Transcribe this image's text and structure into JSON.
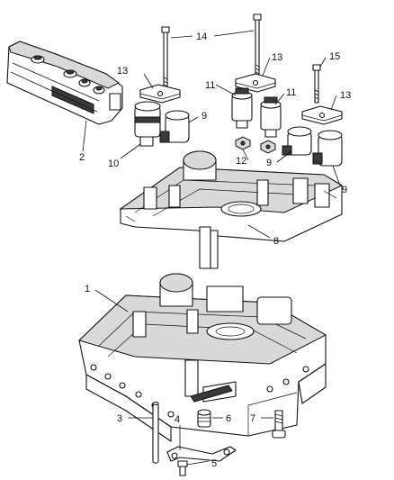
{
  "diagram": {
    "callouts": [
      {
        "id": "c14",
        "label": "14"
      },
      {
        "id": "c13a",
        "label": "13"
      },
      {
        "id": "c13b",
        "label": "13"
      },
      {
        "id": "c13c",
        "label": "13"
      },
      {
        "id": "c15",
        "label": "15"
      },
      {
        "id": "c11a",
        "label": "11"
      },
      {
        "id": "c11b",
        "label": "11"
      },
      {
        "id": "c9a",
        "label": "9"
      },
      {
        "id": "c9b",
        "label": "9"
      },
      {
        "id": "c9c",
        "label": "9"
      },
      {
        "id": "c10",
        "label": "10"
      },
      {
        "id": "c12",
        "label": "12"
      },
      {
        "id": "c2",
        "label": "2"
      },
      {
        "id": "c8",
        "label": "8"
      },
      {
        "id": "c1",
        "label": "1"
      },
      {
        "id": "c3",
        "label": "3"
      },
      {
        "id": "c4",
        "label": "4"
      },
      {
        "id": "c5",
        "label": "5"
      },
      {
        "id": "c6",
        "label": "6"
      },
      {
        "id": "c7",
        "label": "7"
      }
    ]
  }
}
